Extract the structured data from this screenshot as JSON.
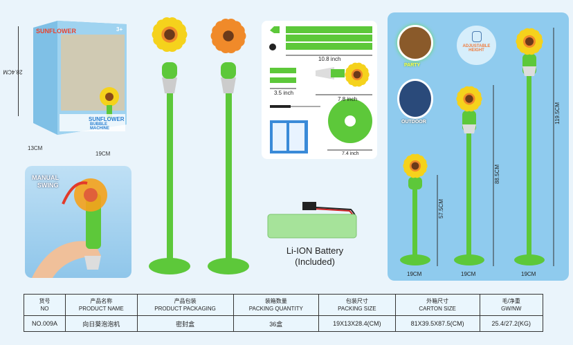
{
  "box": {
    "brand": "SUNFLOWER",
    "subtitle": "BUBBLE MACHINE",
    "height_label": "28.4CM",
    "depth_label": "13CM",
    "width_label": "19CM",
    "age": "3+"
  },
  "swing": {
    "label_line1": "MANUAL",
    "label_line2": "SWING"
  },
  "parts": {
    "tube_length": "10.8 inch",
    "connector_length": "3.5 inch",
    "head_length": "7.8 inch",
    "base_diameter": "7.4 inch"
  },
  "battery": {
    "line1": "Li-ION Battery",
    "line2": "(Included)"
  },
  "scenes": {
    "party": "PARTY",
    "outdoor": "OUTDOOR",
    "adjustable_line1": "ADJUSTABLE",
    "adjustable_line2": "HEIGHT"
  },
  "heights": {
    "small": "57.5CM",
    "medium": "88.5CM",
    "large": "119.5CM",
    "widths": [
      "19CM",
      "19CM",
      "19CM"
    ]
  },
  "table": {
    "headers": [
      [
        "货号",
        "NO"
      ],
      [
        "产品名称",
        "PRODUCT NAME"
      ],
      [
        "产品包装",
        "PRODUCT PACKAGING"
      ],
      [
        "装箱数量",
        "PACKING QUANTITY"
      ],
      [
        "包装尺寸",
        "PACKING SIZE"
      ],
      [
        "外箱尺寸",
        "CARTON SIZE"
      ],
      [
        "毛/净重",
        "GW/NW"
      ]
    ],
    "row": [
      "NO.009A",
      "向日葵泡泡机",
      "密封盒",
      "36盒",
      "19X13X28.4(CM)",
      "81X39.5X87.5(CM)",
      "25.4/27.2(KG)"
    ]
  },
  "colors": {
    "green": "#5dc83a",
    "yellow": "#f5d21c",
    "orange": "#f08a2a",
    "panel": "#8fcbee"
  }
}
